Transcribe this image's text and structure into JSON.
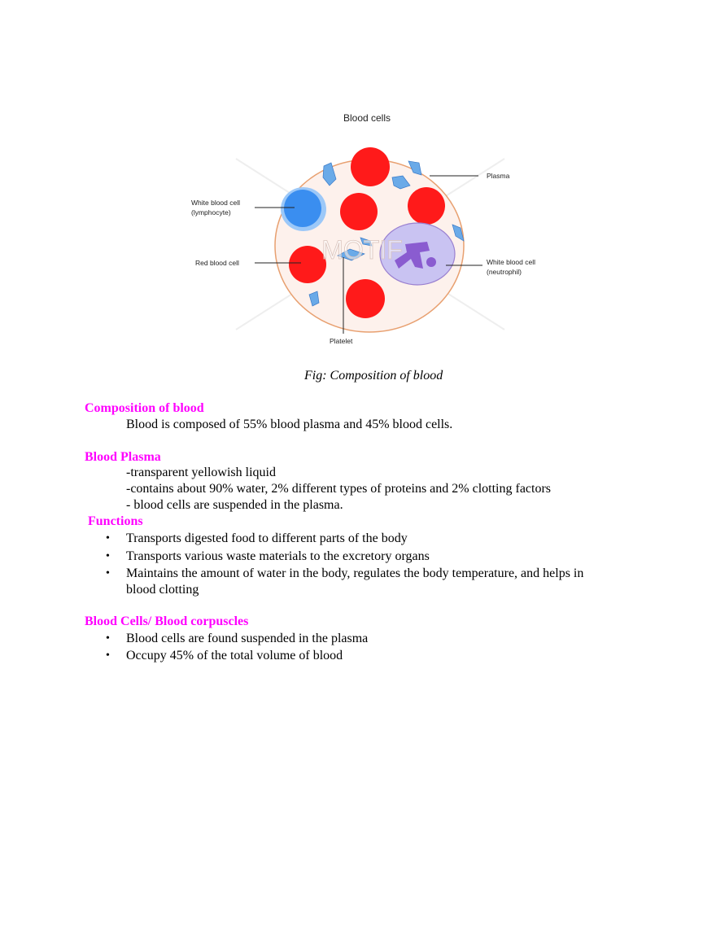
{
  "figure": {
    "title": "Blood cells",
    "labels": {
      "plasma": "Plasma",
      "lymphocyte_1": "White blood cell",
      "lymphocyte_2": "(lymphocyte)",
      "red_cell": "Red blood cell",
      "neutrophil_1": "White blood cell",
      "neutrophil_2": "(neutrophil)",
      "platelet": "Platelet"
    },
    "watermark": "MOTIF",
    "caption": "Fig: Composition of blood",
    "colors": {
      "red_cell": "#ff1a1a",
      "lymphocyte": "#3a8ef0",
      "neutrophil": "#c9c3f2",
      "plasma": "#fdf1ec",
      "border": "#e8a070"
    }
  },
  "sections": {
    "composition": {
      "heading": "Composition of blood",
      "text": "Blood is composed of 55% blood plasma and 45% blood cells."
    },
    "plasma": {
      "heading": "Blood Plasma",
      "lines": [
        "-transparent yellowish liquid",
        "-contains about 90% water, 2% different types of proteins and 2% clotting factors",
        "- blood cells are suspended in the plasma."
      ]
    },
    "functions": {
      "heading": "Functions",
      "bullets": [
        "Transports digested food to different parts of the body",
        "Transports various waste materials to the excretory organs",
        "Maintains the amount of water in the body, regulates the body temperature, and helps in",
        "blood clotting"
      ]
    },
    "cells": {
      "heading": "Blood Cells/ Blood corpuscles",
      "bullets": [
        "Blood cells are found suspended in the plasma",
        "Occupy 45% of the total volume of blood"
      ]
    }
  }
}
